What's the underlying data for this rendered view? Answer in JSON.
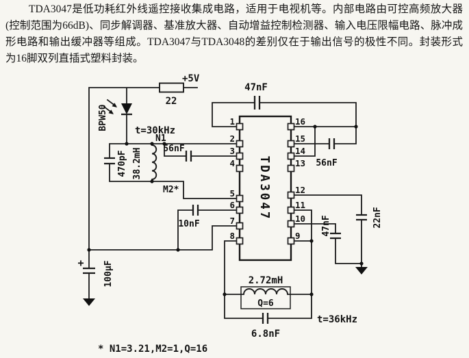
{
  "colors": {
    "ink": "#111111",
    "paper": "#f7f6f1"
  },
  "document": {
    "description": "TDA3047是低功耗红外线遥控接收集成电路，适用于电视机等。内部电路由可控高频放大器(控制范围为66dB)、同步解调器、基准放大器、自动增益控制检测器、输入电压限幅电路、脉冲成形电路和输出缓冲器等组成。TDA3047与TDA3048的差别仅在于输出信号的极性不同。封装形式为16脚双列直插式塑料封装。",
    "footnote": "* N1=3.21,M2=1,Q=16"
  },
  "circuit": {
    "ic": {
      "name": "TDA3047"
    },
    "labels": {
      "supply": "+5V",
      "r1": "22",
      "photodiode": "BPW50",
      "freq_input": "t=30kHz",
      "c_top": "47nF",
      "c_input_coupling": "56nF",
      "c_tank": "470pF",
      "l_tank": "38.2mH",
      "n1": "N1",
      "m2": "M2*",
      "c_10n": "10nF",
      "c_56n_right": "56nF",
      "c_22n": "22nF",
      "c_47n_right": "47nF",
      "c_filter": "100μF",
      "plus": "+",
      "l_demod": "2.72mH",
      "q": "Q=6",
      "c_demod": "6.8nF",
      "freq_output": "t=36kHz"
    },
    "pins_left": [
      "1",
      "2",
      "3",
      "4",
      "5",
      "6",
      "7",
      "8"
    ],
    "pins_right": [
      "16",
      "15",
      "14",
      "13",
      "12",
      "11",
      "10",
      "9"
    ]
  }
}
